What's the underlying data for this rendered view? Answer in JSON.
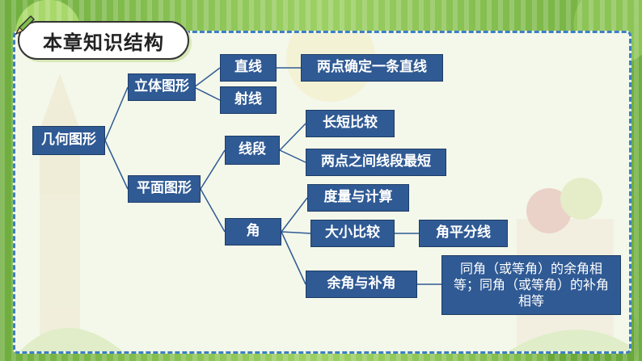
{
  "title": "本章知识结构",
  "colors": {
    "node_fill": "#2f5a94",
    "line": "#2f5a94",
    "frame_border": "#3d7fc4"
  },
  "nodes": {
    "root": "几何图形",
    "solid": "立体图形",
    "plane": "平面图形",
    "straight_line": "直线",
    "ray": "射线",
    "two_points_line": "两点确定一条直线",
    "segment": "线段",
    "angle": "角",
    "compare_length": "长短比较",
    "shortest_segment": "两点之间线段最短",
    "measure_calc": "度量与计算",
    "compare_size": "大小比较",
    "bisector": "角平分线",
    "complement_supplement": "余角与补角",
    "theorem": "同角（或等角）的余角相等；同角（或等角）的补角相等"
  }
}
